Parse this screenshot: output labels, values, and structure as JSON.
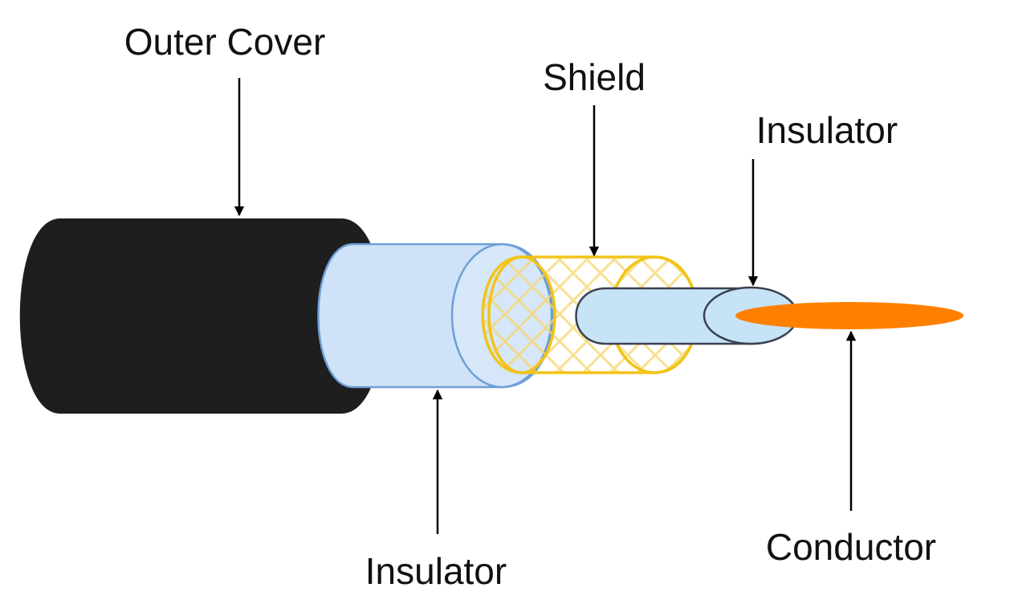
{
  "labels": {
    "outer_cover": "Outer Cover",
    "shield": "Shield",
    "inner_insulator": "Insulator",
    "outer_insulator": "Insulator",
    "conductor": "Conductor"
  },
  "colors": {
    "outer_cover_fill": "#1e1e1e",
    "insulator_fill": "#cfe2f7",
    "insulator_stroke": "#6c9fd6",
    "shield_stroke": "#f2c418",
    "inner_insulator_fill": "#c7e3f8",
    "inner_insulator_stroke": "#3a4250",
    "conductor_fill": "#ff8000",
    "arrow": "#000000",
    "text": "#111111"
  }
}
